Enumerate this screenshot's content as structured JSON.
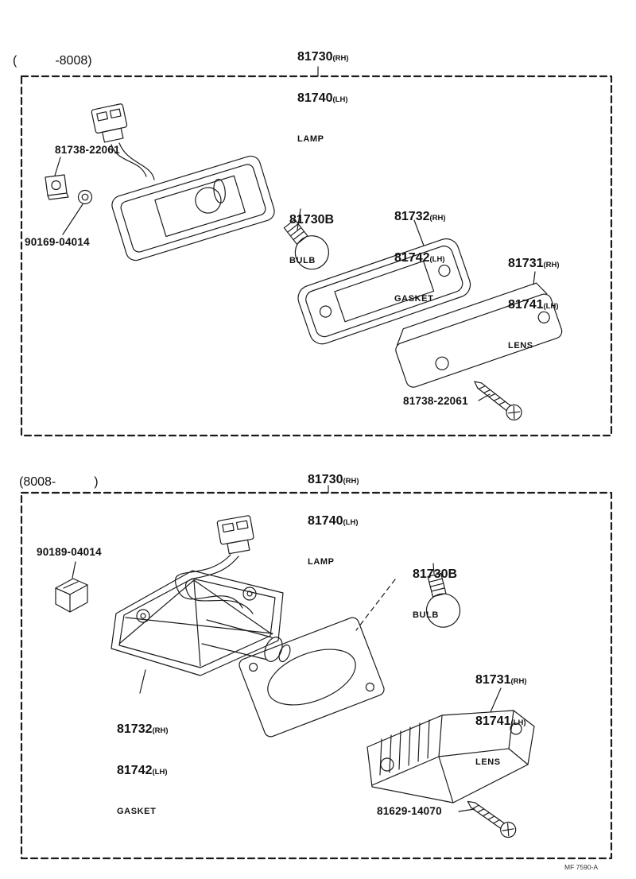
{
  "footer": {
    "code": "MF 7590-A"
  },
  "top": {
    "range": "(   -8008)",
    "lamp_rh": "81730",
    "lamp_rh_tag": "(RH)",
    "lamp_lh": "81740",
    "lamp_lh_tag": "(LH)",
    "lamp_name": "LAMP",
    "nut": "81738-22061",
    "grommet": "90169-04014",
    "bulb_num": "81730B",
    "bulb_name": "BULB",
    "gasket_rh": "81732",
    "gasket_rh_tag": "(RH)",
    "gasket_lh": "81742",
    "gasket_lh_tag": "(LH)",
    "gasket_name": "GASKET",
    "lens_rh": "81731",
    "lens_rh_tag": "(RH)",
    "lens_lh": "81741",
    "lens_lh_tag": "(LH)",
    "lens_name": "LENS",
    "screw": "81738-22061"
  },
  "bottom": {
    "range": "(8008-   )",
    "lamp_rh": "81730",
    "lamp_rh_tag": "(RH)",
    "lamp_lh": "81740",
    "lamp_lh_tag": "(LH)",
    "lamp_name": "LAMP",
    "clip": "90189-04014",
    "bulb_num": "81730B",
    "bulb_name": "BULB",
    "gasket_rh": "81732",
    "gasket_rh_tag": "(RH)",
    "gasket_lh": "81742",
    "gasket_lh_tag": "(LH)",
    "gasket_name": "GASKET",
    "lens_rh": "81731",
    "lens_rh_tag": "(RH)",
    "lens_lh": "81741",
    "lens_lh_tag": "(LH)",
    "lens_name": "LENS",
    "screw": "81629-14070"
  }
}
